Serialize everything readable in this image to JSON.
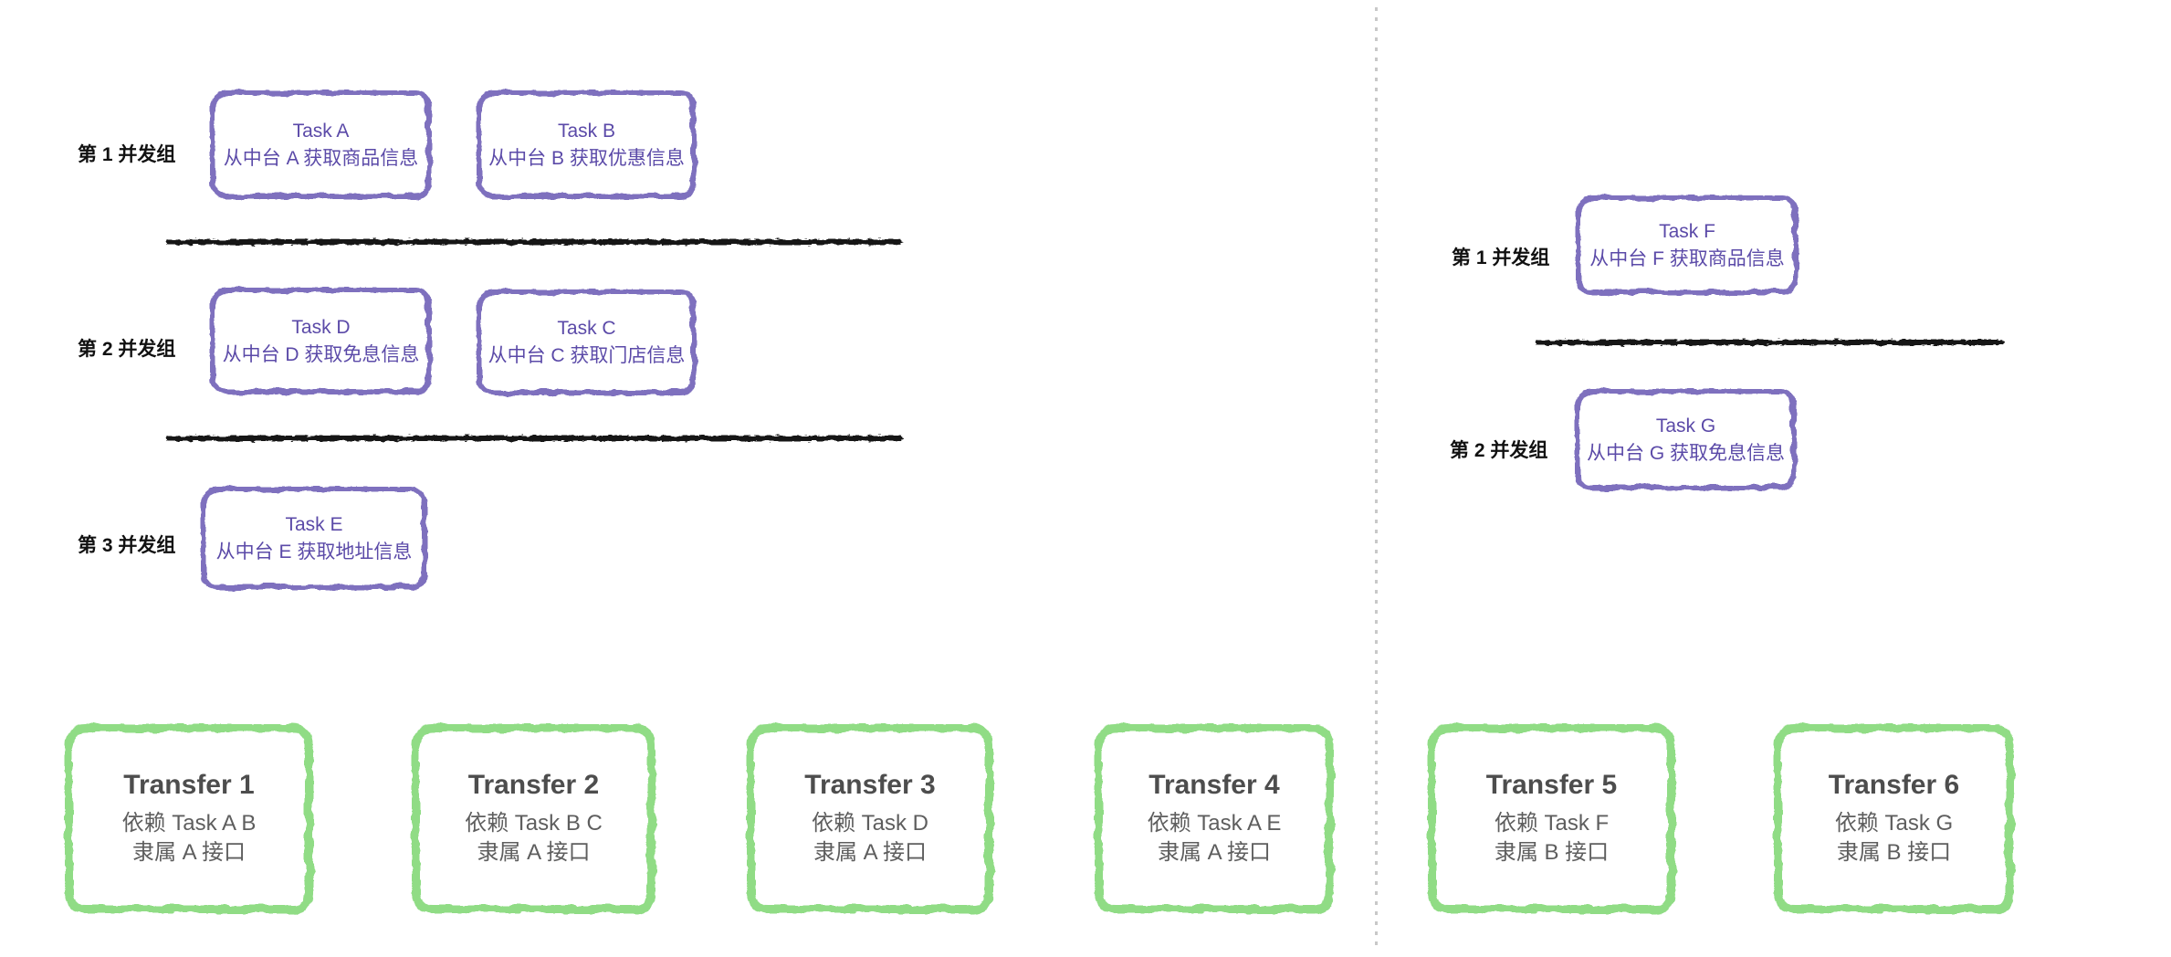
{
  "palette": {
    "purple_border": "#7e6fbe",
    "purple_text": "#5b4aa8",
    "green_border": "#90dc85",
    "title_text": "#4d4d4d",
    "body_text": "#5e5e5e",
    "divider": "#141414",
    "dotted": "#c8c8c8"
  },
  "left_panel": {
    "groups": [
      {
        "label": "第 1 并发组",
        "tasks": [
          {
            "name": "Task A",
            "desc": "从中台 A 获取商品信息"
          },
          {
            "name": "Task B",
            "desc": "从中台 B 获取优惠信息"
          }
        ]
      },
      {
        "label": "第 2 并发组",
        "tasks": [
          {
            "name": "Task D",
            "desc": "从中台 D 获取免息信息"
          },
          {
            "name": "Task C",
            "desc": "从中台 C 获取门店信息"
          }
        ]
      },
      {
        "label": "第 3 并发组",
        "tasks": [
          {
            "name": "Task E",
            "desc": "从中台 E 获取地址信息"
          }
        ]
      }
    ]
  },
  "right_panel": {
    "groups": [
      {
        "label": "第 1 并发组",
        "tasks": [
          {
            "name": "Task F",
            "desc": "从中台 F 获取商品信息"
          }
        ]
      },
      {
        "label": "第 2 并发组",
        "tasks": [
          {
            "name": "Task G",
            "desc": "从中台 G 获取免息信息"
          }
        ]
      }
    ]
  },
  "transfers": [
    {
      "title": "Transfer 1",
      "dependency": "依赖 Task A B",
      "belongs": "隶属 A 接口"
    },
    {
      "title": "Transfer 2",
      "dependency": "依赖 Task B C",
      "belongs": "隶属 A 接口"
    },
    {
      "title": "Transfer 3",
      "dependency": "依赖 Task D",
      "belongs": "隶属 A 接口"
    },
    {
      "title": "Transfer 4",
      "dependency": "依赖 Task A E",
      "belongs": "隶属 A 接口"
    },
    {
      "title": "Transfer 5",
      "dependency": "依赖 Task F",
      "belongs": "隶属 B 接口"
    },
    {
      "title": "Transfer 6",
      "dependency": "依赖 Task G",
      "belongs": "隶属 B 接口"
    }
  ]
}
